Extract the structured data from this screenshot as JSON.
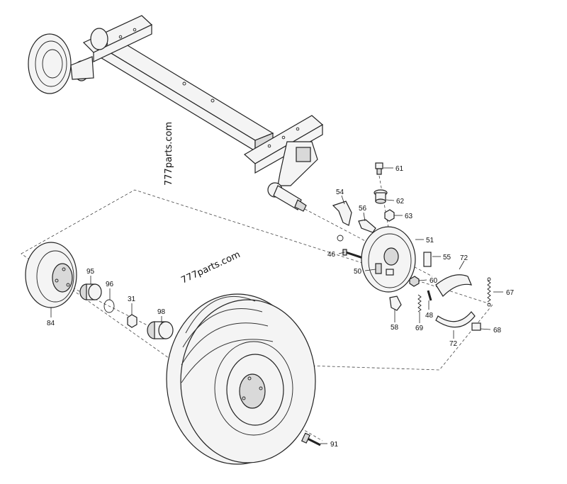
{
  "watermark": "777parts.com",
  "callouts": [
    {
      "id": "c61",
      "label": "61"
    },
    {
      "id": "c62",
      "label": "62"
    },
    {
      "id": "c63",
      "label": "63"
    },
    {
      "id": "c54",
      "label": "54"
    },
    {
      "id": "c56",
      "label": "56"
    },
    {
      "id": "c51",
      "label": "51"
    },
    {
      "id": "c55",
      "label": "55"
    },
    {
      "id": "c46",
      "label": "46"
    },
    {
      "id": "c50",
      "label": "50"
    },
    {
      "id": "c60",
      "label": "60"
    },
    {
      "id": "c72a",
      "label": "72"
    },
    {
      "id": "c67",
      "label": "67"
    },
    {
      "id": "c48",
      "label": "48"
    },
    {
      "id": "c58",
      "label": "58"
    },
    {
      "id": "c69",
      "label": "69"
    },
    {
      "id": "c68",
      "label": "68"
    },
    {
      "id": "c72b",
      "label": "72"
    },
    {
      "id": "c95",
      "label": "95"
    },
    {
      "id": "c96",
      "label": "96"
    },
    {
      "id": "c31",
      "label": "31"
    },
    {
      "id": "c98",
      "label": "98"
    },
    {
      "id": "c84",
      "label": "84"
    },
    {
      "id": "c91",
      "label": "91"
    }
  ]
}
